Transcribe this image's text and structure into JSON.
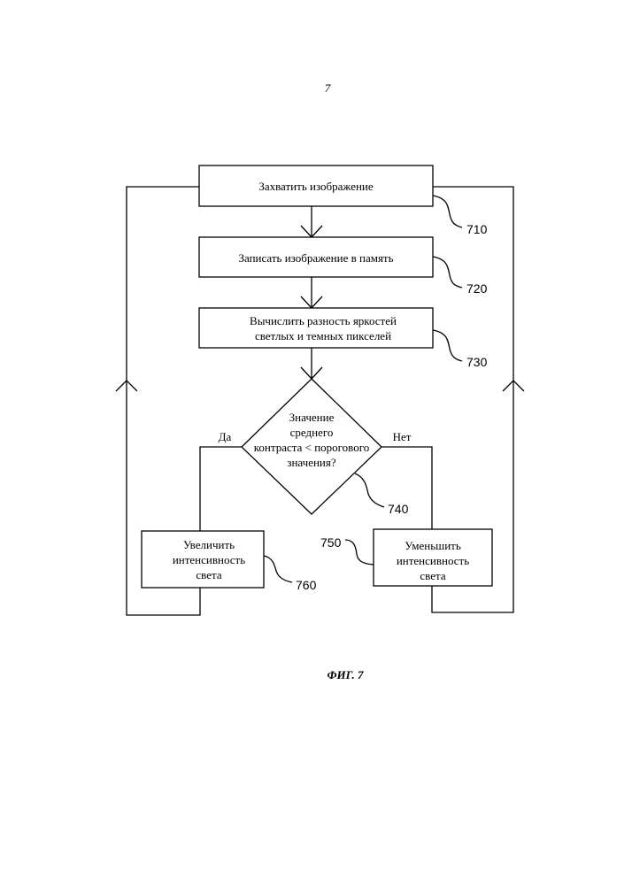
{
  "page_number": "7",
  "figure_caption": "ФИГ. 7",
  "steps": {
    "s710": {
      "ref": "710",
      "lines": [
        "Захватить изображение"
      ]
    },
    "s720": {
      "ref": "720",
      "lines": [
        "Записать изображение в память"
      ]
    },
    "s730": {
      "ref": "730",
      "lines": [
        "Вычислить разность яркостей",
        "светлых и темных пикселей"
      ]
    },
    "s740": {
      "ref": "740",
      "lines": [
        "Значение",
        "среднего",
        "контраста < порогового",
        "значения?"
      ]
    },
    "s750": {
      "ref": "750",
      "lines": [
        "Уменьшить",
        "интенсивность",
        "света"
      ]
    },
    "s760": {
      "ref": "760",
      "lines": [
        "Увеличить",
        "интенсивность",
        "света"
      ]
    }
  },
  "branches": {
    "yes": "Да",
    "no": "Нет"
  }
}
